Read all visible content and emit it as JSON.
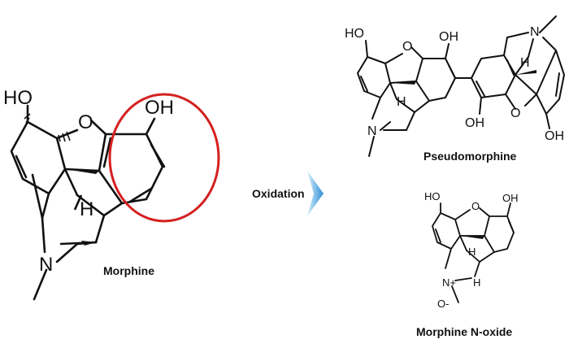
{
  "molecules": {
    "morphine": {
      "name": "Morphine",
      "atoms": {
        "ho_left": "HO",
        "o_bridge": "O",
        "oh_right": "OH",
        "h": "H",
        "n": "N"
      }
    },
    "pseudomorphine": {
      "name": "Pseudomorphine",
      "atoms": {
        "ho_top": "HO",
        "o_top": "O",
        "oh_top": "OH",
        "n_top": "N",
        "h_top": "H",
        "h_bottom": "H",
        "n_bottom": "N",
        "oh_bottom": "OH",
        "o_bottom": "O",
        "oh_bottom_right": "OH"
      }
    },
    "morphine_n_oxide": {
      "name": "Morphine N-oxide",
      "atoms": {
        "ho": "HO",
        "o": "O",
        "oh": "OH",
        "h_top": "H",
        "n_plus": "N+",
        "o_minus": "O-",
        "h_bottom": "H"
      }
    }
  },
  "reaction": {
    "label": "Oxidation"
  },
  "colors": {
    "highlight": "#d42020",
    "arrow_light": "#bfe4f8",
    "arrow_dark": "#2f8fd6",
    "ink": "#111111"
  }
}
